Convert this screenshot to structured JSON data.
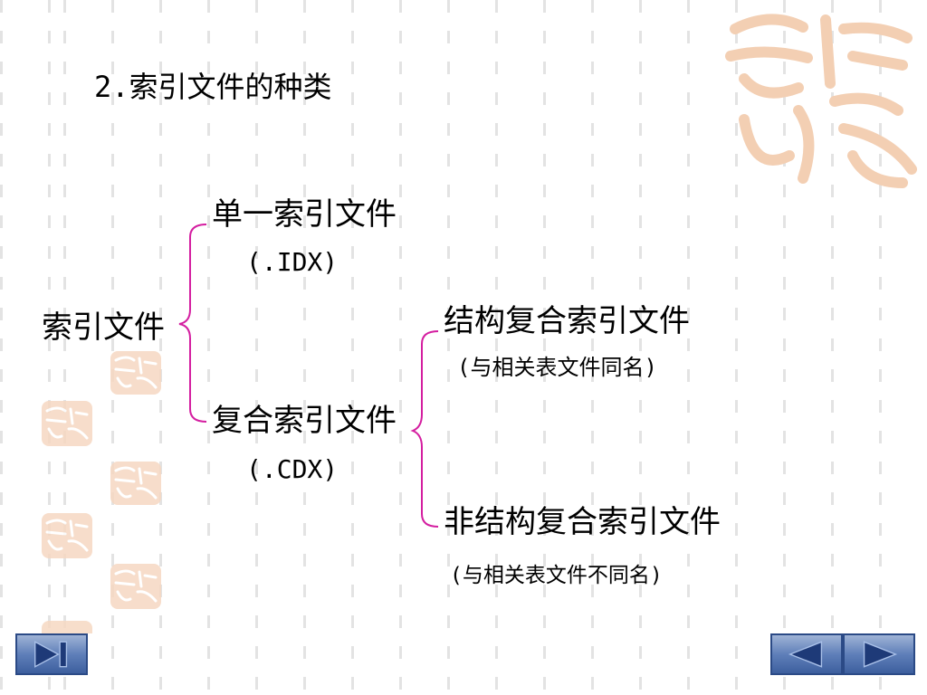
{
  "slide": {
    "title": "2.索引文件的种类"
  },
  "diagram": {
    "root": "索引文件",
    "single_index": {
      "label": "单一索引文件",
      "extension": "(.IDX)"
    },
    "compound_index": {
      "label": "复合索引文件",
      "extension": "(.CDX)"
    },
    "structural": {
      "label": "结构复合索引文件",
      "note": "(与相关表文件同名)"
    },
    "non_structural": {
      "label": "非结构复合索引文件",
      "note": "(与相关表文件不同名)"
    }
  },
  "colors": {
    "bracket": "#d41ea0",
    "nav_button": "#5f7fb9",
    "seal": "#f6d8c2"
  },
  "icons": {
    "end": "skip-to-end-icon",
    "prev": "previous-arrow-icon",
    "next": "next-arrow-icon",
    "decor": "seal-decoration-icon"
  }
}
